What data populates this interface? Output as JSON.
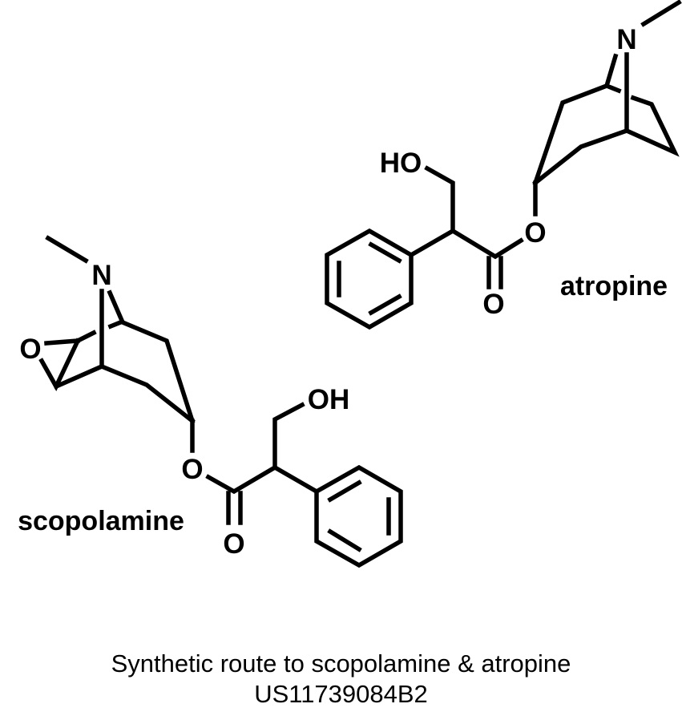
{
  "molecules": {
    "atropine": {
      "name": "atropine",
      "atoms": {
        "n": "N",
        "ho": "HO",
        "o_ester": "O",
        "o_carbonyl": "O"
      }
    },
    "scopolamine": {
      "name": "scopolamine",
      "atoms": {
        "n": "N",
        "o_epoxide": "O",
        "oh": "OH",
        "o_ester": "O",
        "o_carbonyl": "O"
      }
    }
  },
  "caption": {
    "line1": "Synthetic route to scopolamine & atropine",
    "line2": "US11739084B2"
  }
}
